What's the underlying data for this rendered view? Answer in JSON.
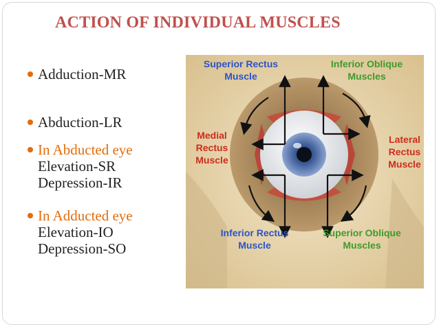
{
  "slide": {
    "title": "ACTION OF INDIVIDUAL MUSCLES",
    "bullets": [
      {
        "text": "Adduction-MR"
      },
      {
        "text": "Abduction-LR"
      },
      {
        "text": "In Abducted eye",
        "lines": [
          "Elevation-SR",
          "Depression-IR"
        ]
      },
      {
        "text": "In Adducted eye",
        "lines": [
          "Elevation-IO",
          "Depression-SO"
        ]
      }
    ]
  },
  "figure": {
    "labels": {
      "superior_rectus": [
        "Superior Rectus",
        "Muscle"
      ],
      "inferior_oblique": [
        "Inferior Oblique",
        "Muscles"
      ],
      "medial_rectus": [
        "Medial",
        "Rectus",
        "Muscle"
      ],
      "lateral_rectus": [
        "Lateral",
        "Rectus",
        "Muscle"
      ],
      "inferior_rectus": [
        "Inferior Rectus",
        "Muscle"
      ],
      "superior_oblique": [
        "Superior Oblique",
        "Muscles"
      ]
    },
    "colors": {
      "blue_label": "#2b54c8",
      "green_label": "#3f9a2c",
      "red_label": "#cc2d1c",
      "bone": "#e8d7b4",
      "iris": "#3e5e9a"
    }
  },
  "colors": {
    "title": "#c0504d",
    "bullet": "#e46c0a",
    "text": "#222222"
  }
}
